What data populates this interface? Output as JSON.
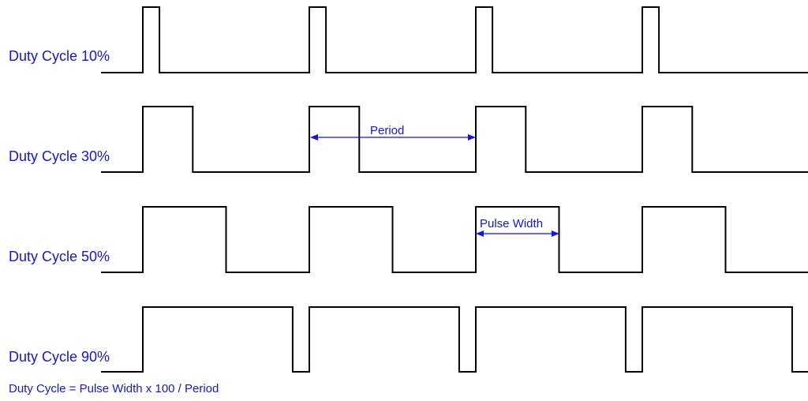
{
  "colors": {
    "waveform": "#000000",
    "text": "#1515d6"
  },
  "rows": [
    {
      "label": "Duty Cycle 10%",
      "duty": 0.1
    },
    {
      "label": "Duty Cycle 30%",
      "duty": 0.3
    },
    {
      "label": "Duty Cycle 50%",
      "duty": 0.5
    },
    {
      "label": "Duty Cycle 90%",
      "duty": 0.9
    }
  ],
  "annotations": {
    "period_label": "Period",
    "pulse_width_label": "Pulse Width"
  },
  "formula": "Duty Cycle = Pulse Width x 100 / Period"
}
